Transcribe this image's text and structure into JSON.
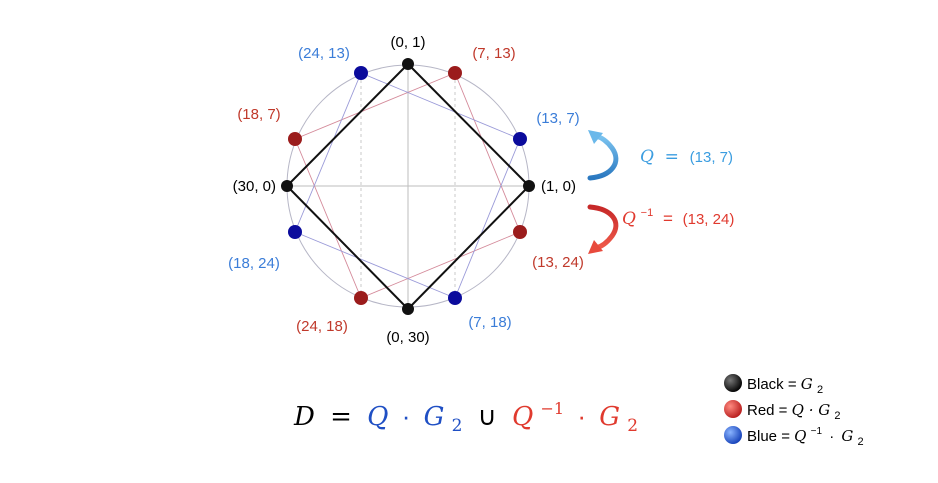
{
  "diagram": {
    "colors": {
      "black": "#111111",
      "red": "#9b1c1c",
      "blue": "#0b0b9c",
      "label_red": "#c0392b",
      "label_blue": "#3b7dd8",
      "formula_blue": "#1f4fc4",
      "formula_red": "#e03a2e",
      "arrow_blue": "#5aa9e0",
      "arrow_red": "#e0392e",
      "circle": "#b6b6c6"
    },
    "points": [
      {
        "label": "(0, 1)",
        "group": "black"
      },
      {
        "label": "(1, 0)",
        "group": "black"
      },
      {
        "label": "(0, 30)",
        "group": "black"
      },
      {
        "label": "(30, 0)",
        "group": "black"
      },
      {
        "label": "(7, 13)",
        "group": "red"
      },
      {
        "label": "(13, 24)",
        "group": "red"
      },
      {
        "label": "(24, 18)",
        "group": "red"
      },
      {
        "label": "(18, 7)",
        "group": "red"
      },
      {
        "label": "(24, 13)",
        "group": "blue"
      },
      {
        "label": "(13, 7)",
        "group": "blue"
      },
      {
        "label": "(7, 18)",
        "group": "blue"
      },
      {
        "label": "(18, 24)",
        "group": "blue"
      }
    ],
    "q_annotation": {
      "lhs": "Q",
      "eq": "=",
      "value": "(13, 7)"
    },
    "qinv_annotation": {
      "lhs": "Q",
      "exp": "−1",
      "eq": "=",
      "value": "(13, 24)"
    },
    "formula": {
      "d": "D",
      "eq": "=",
      "q": "Q",
      "dot": "·",
      "g": "G",
      "sub": "2",
      "union": "∪",
      "qinv": "Q",
      "exp": "−1"
    },
    "legend": [
      {
        "color_key": "black",
        "text": "Black = ",
        "math": "G",
        "sub": "2",
        "exp": ""
      },
      {
        "color_key": "red",
        "text": "Red = ",
        "math": "Q · G",
        "sub": "2",
        "exp": ""
      },
      {
        "color_key": "blue",
        "text": "Blue = ",
        "math": "Q",
        "sub": "2",
        "exp": "−1"
      }
    ]
  }
}
